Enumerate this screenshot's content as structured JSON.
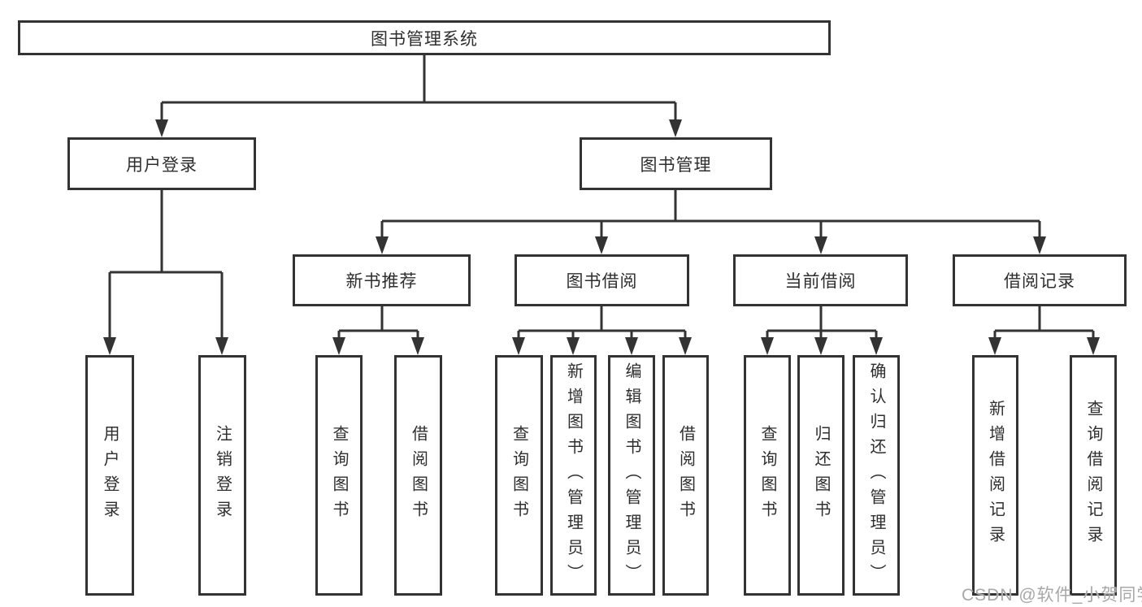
{
  "tree": {
    "root": {
      "label": "图书管理系统"
    },
    "branches": [
      {
        "label": "用户登录",
        "children": [
          {
            "label": "用户登录"
          },
          {
            "label": "注销登录"
          }
        ]
      },
      {
        "label": "图书管理",
        "children": [
          {
            "label": "新书推荐",
            "children": [
              {
                "label": "查询图书"
              },
              {
                "label": "借阅图书"
              }
            ]
          },
          {
            "label": "图书借阅",
            "children": [
              {
                "label": "查询图书"
              },
              {
                "label": "新增图书（管理员）"
              },
              {
                "label": "编辑图书（管理员）"
              },
              {
                "label": "借阅图书"
              }
            ]
          },
          {
            "label": "当前借阅",
            "children": [
              {
                "label": "查询图书"
              },
              {
                "label": "归还图书"
              },
              {
                "label": "确认归还（管理员）"
              }
            ]
          },
          {
            "label": "借阅记录",
            "children": [
              {
                "label": "新增借阅记录"
              },
              {
                "label": "查询借阅记录"
              }
            ]
          }
        ]
      }
    ]
  },
  "watermark": {
    "text": "CSDN @软件_小贺同学"
  },
  "colors": {
    "line": "#333333",
    "box_border": "#333333",
    "text": "#2e2e2e",
    "watermark": "#a8a8a8"
  }
}
